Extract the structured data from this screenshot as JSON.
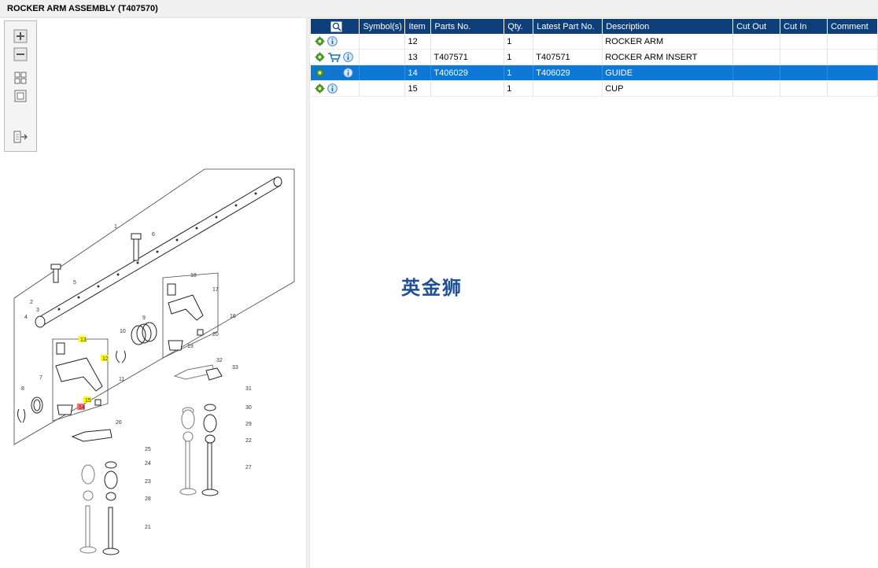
{
  "window": {
    "title": "ROCKER ARM ASSEMBLY (T407570)"
  },
  "toolbar": {
    "buttons": [
      {
        "icon": "zoom-in-icon"
      },
      {
        "icon": "zoom-out-icon"
      },
      {
        "icon": "fit-all-icon"
      },
      {
        "icon": "actual-size-icon"
      },
      {
        "icon": "export-icon"
      }
    ]
  },
  "table": {
    "columns": [
      "",
      "Symbol(s)",
      "Item",
      "Parts No.",
      "Qty.",
      "Latest Part No.",
      "Description",
      "Cut Out",
      "Cut In",
      "Comment"
    ],
    "rows": [
      {
        "item": "12",
        "parts_no": "",
        "qty": "1",
        "latest": "",
        "desc": "ROCKER ARM",
        "cut_out": "",
        "cut_in": "",
        "comment": "",
        "cart": false,
        "selected": false
      },
      {
        "item": "13",
        "parts_no": "T407571",
        "qty": "1",
        "latest": "T407571",
        "desc": "ROCKER ARM INSERT",
        "cut_out": "",
        "cut_in": "",
        "comment": "",
        "cart": true,
        "selected": false
      },
      {
        "item": "14",
        "parts_no": "T406029",
        "qty": "1",
        "latest": "T406029",
        "desc": "GUIDE",
        "cut_out": "",
        "cut_in": "",
        "comment": "",
        "cart": true,
        "selected": true
      },
      {
        "item": "15",
        "parts_no": "",
        "qty": "1",
        "latest": "",
        "desc": "CUP",
        "cut_out": "",
        "cut_in": "",
        "comment": "",
        "cart": false,
        "selected": false
      }
    ]
  },
  "watermark": "英金狮",
  "diagram": {
    "callouts": [
      "1",
      "2",
      "3",
      "4",
      "5",
      "6",
      "7",
      "8",
      "9",
      "10",
      "11",
      "12",
      "13",
      "14",
      "15",
      "16",
      "17",
      "18",
      "19",
      "20",
      "21",
      "22",
      "23",
      "24",
      "25",
      "26",
      "27",
      "28",
      "29",
      "30",
      "31",
      "32",
      "33"
    ],
    "highlight_yellow": [
      "12",
      "13",
      "15"
    ],
    "highlight_red": [
      "14"
    ]
  },
  "colors": {
    "header_bg": "#0f3f7a",
    "selected_row": "#0d78d6",
    "highlight_yellow": "#ffff00",
    "highlight_red": "#ff6b6b"
  }
}
